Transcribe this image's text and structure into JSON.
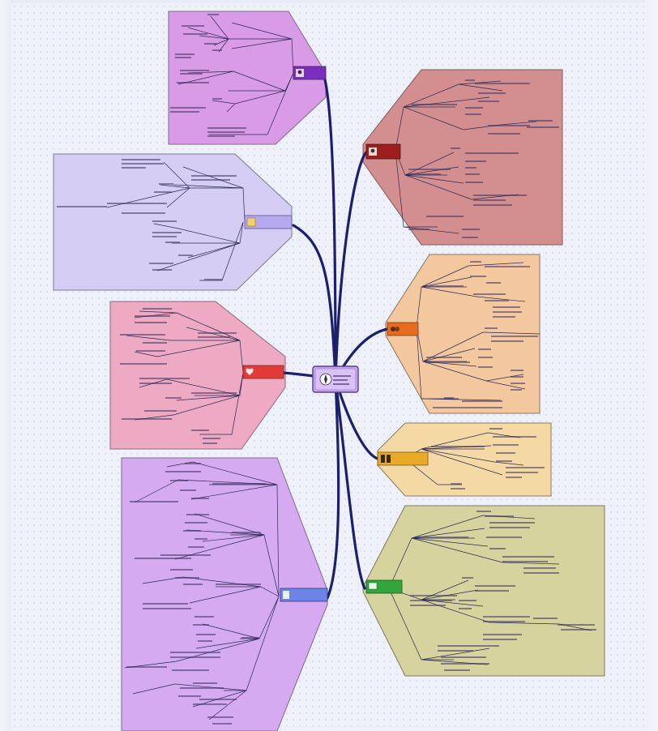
{
  "diagram": {
    "central_topic": "",
    "center_fill": "#c9a7f2",
    "branches": [
      {
        "id": "top-left",
        "label": "",
        "fill": "#d99ae6",
        "label_fill": "#7a2dbf",
        "icon": "person-icon"
      },
      {
        "id": "upper-left",
        "label": "",
        "fill": "#d5cdf3",
        "label_fill": "#b7a9ef",
        "icon": "folder-icon"
      },
      {
        "id": "middle-left",
        "label": "",
        "fill": "#eeaac3",
        "label_fill": "#e03a3a",
        "icon": "heart-icon"
      },
      {
        "id": "lower-left",
        "label": "",
        "fill": "#d6aaf0",
        "label_fill": "#6d84e6",
        "icon": "document-icon"
      },
      {
        "id": "top-right",
        "label": "",
        "fill": "#d38f8f",
        "label_fill": "#9e1d1d",
        "icon": "person-icon"
      },
      {
        "id": "middle-right",
        "label": "",
        "fill": "#f3c89f",
        "label_fill": "#e76b1f",
        "icon": "people-icon"
      },
      {
        "id": "lower-right",
        "label": "",
        "fill": "#f4d9a4",
        "label_fill": "#e9a929",
        "icon": "toilet-icon"
      },
      {
        "id": "bottom-right",
        "label": "",
        "fill": "#d7d39e",
        "label_fill": "#33a63b",
        "icon": "computer-icon"
      }
    ]
  }
}
